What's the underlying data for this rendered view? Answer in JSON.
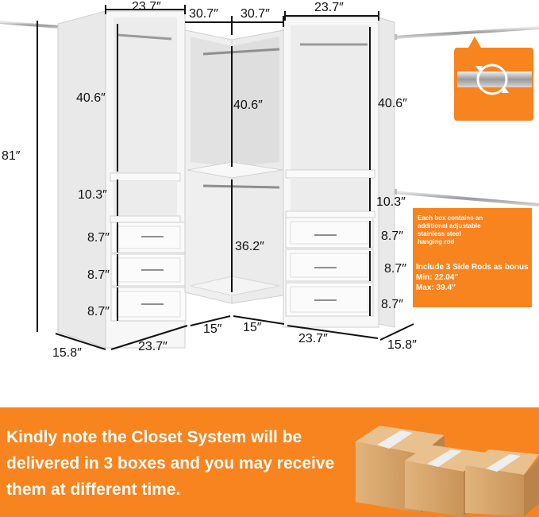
{
  "dimensions": {
    "top_left_width": "23.7″",
    "top_mid_left_width": "30.7″",
    "top_mid_right_width": "30.7″",
    "top_right_width": "23.7″",
    "left_total_height": "81″",
    "left_upper_height": "40.6″",
    "mid_upper_height": "40.6″",
    "right_upper_height": "40.6″",
    "left_shelf_gap": "10.3″",
    "right_shelf_gap": "10.3″",
    "left_drawer_1": "8.7″",
    "left_drawer_2": "8.7″",
    "left_drawer_3": "8.7″",
    "right_drawer_1": "8.7″",
    "right_drawer_2": "8.7″",
    "right_drawer_3": "8.7″",
    "mid_lower_height": "36.2″",
    "bottom_left_depth": "15.8″",
    "bottom_left_width": "23.7″",
    "bottom_mid_left": "15″",
    "bottom_mid_right": "15″",
    "bottom_right_width": "23.7″",
    "bottom_right_depth": "15.8″"
  },
  "callout": {
    "line1": "Each box contains an",
    "line2": "additional adjustable",
    "line3": "stainless steel",
    "line4": "hanging rod",
    "bonus": "Include 3 Side Rods as bonus",
    "min": "Min: 22.04″",
    "max": "Max: 39.4″"
  },
  "notice": "Kindly note the Closet System will be delivered in 3 boxes and you may receive them at different time.",
  "colors": {
    "accent": "#f7841f",
    "cabinet": "#f6f6f6",
    "box": "#d7a66f"
  }
}
